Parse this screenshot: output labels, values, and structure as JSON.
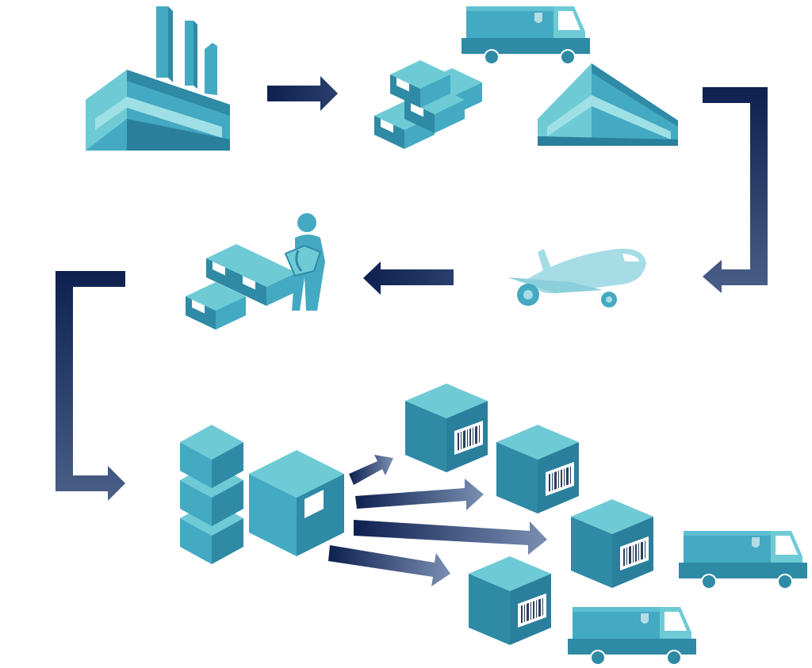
{
  "diagram": {
    "nodes": [
      {
        "id": "factory",
        "icon": "factory-icon"
      },
      {
        "id": "packed-boxes",
        "icon": "box-stack-icon"
      },
      {
        "id": "delivery-truck-top",
        "icon": "delivery-truck-icon"
      },
      {
        "id": "warehouse",
        "icon": "warehouse-icon"
      },
      {
        "id": "airplane",
        "icon": "airplane-icon"
      },
      {
        "id": "worker-with-boxes",
        "icon": "worker-carrying-box-icon"
      },
      {
        "id": "sorting-stack",
        "icon": "stacked-cubes-icon"
      },
      {
        "id": "master-box",
        "icon": "large-box-icon"
      },
      {
        "id": "parcel-1",
        "icon": "barcode-box-icon"
      },
      {
        "id": "parcel-2",
        "icon": "barcode-box-icon"
      },
      {
        "id": "parcel-3",
        "icon": "barcode-box-icon"
      },
      {
        "id": "parcel-4",
        "icon": "barcode-box-icon"
      },
      {
        "id": "delivery-truck-right",
        "icon": "delivery-truck-icon"
      },
      {
        "id": "delivery-truck-bottom",
        "icon": "delivery-truck-icon"
      }
    ],
    "edges": [
      {
        "from": "factory",
        "to": "packed-boxes"
      },
      {
        "from": "warehouse",
        "to": "airplane"
      },
      {
        "from": "airplane",
        "to": "worker-with-boxes"
      },
      {
        "from": "worker-with-boxes",
        "to": "sorting-stack"
      },
      {
        "from": "master-box",
        "to": "parcel-1"
      },
      {
        "from": "master-box",
        "to": "parcel-2"
      },
      {
        "from": "master-box",
        "to": "parcel-3"
      },
      {
        "from": "master-box",
        "to": "parcel-4"
      }
    ]
  },
  "colors": {
    "arrow_dark": "#0d2050",
    "arrow_light": "#6f86aa",
    "teal_light": "#6ecbd6",
    "teal_mid": "#44a9c2",
    "teal_dark": "#2f8aa5",
    "teal_darker": "#2a7f9c",
    "highlight": "#9fe0e6",
    "plane": "#a6dce6",
    "white": "#ffffff"
  }
}
